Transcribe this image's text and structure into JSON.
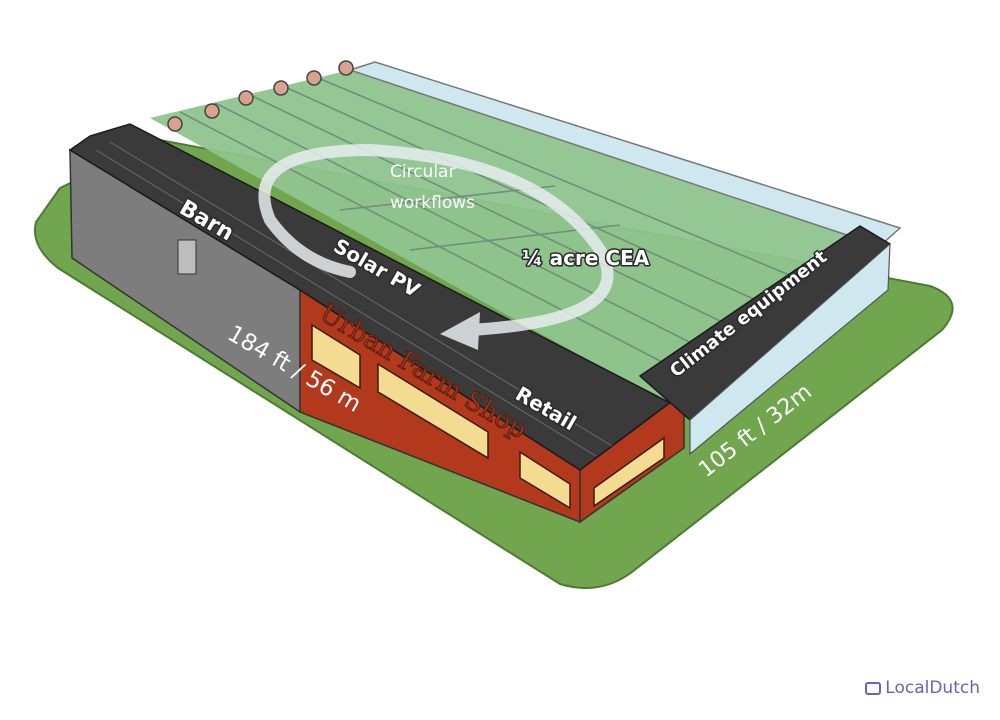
{
  "labels": {
    "barn": "Barn",
    "solar": "Solar PV",
    "circular_line1": "Circular",
    "circular_line2": "workflows",
    "cea": "¼ acre CEA",
    "climate": "Climate equipment",
    "retail": "Retail",
    "shop_sign": "Urban Farm Shop"
  },
  "dimensions": {
    "length": "184 ft / 56 m",
    "width": "105 ft / 32m"
  },
  "watermark": {
    "text": "LocalDutch"
  },
  "colors": {
    "lawn": "#72a64e",
    "lawn_edge": "#4e7a33",
    "greenhouse_floor": "#8fc48f",
    "barn_wall": "#7d7d7d",
    "retail_wall": "#b2391c",
    "solar_panel": "#3a3a3a",
    "glass": "#cfe7ee",
    "watermark": "#6d5fbf"
  },
  "icons": [
    "circular-arrow-icon",
    "logo-icon"
  ]
}
